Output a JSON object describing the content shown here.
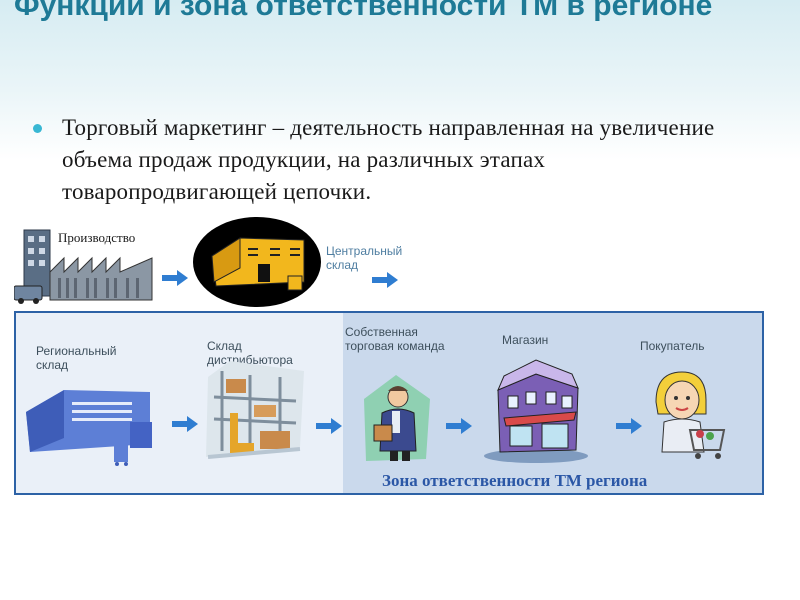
{
  "slide": {
    "title": "Функции и зона ответственности ТМ в регионе",
    "bullet": "Торговый маркетинг – деятельность направленная на увеличение объема продаж продукции, на различных этапах товаропродвигающей цепочки."
  },
  "diagram": {
    "top_row": {
      "production": "Производство",
      "central_warehouse": "Центральный склад"
    },
    "bottom_row": {
      "regional_warehouse": "Региональный склад",
      "distributor_warehouse": "Склад дистрибьютора",
      "own_sales_team": "Собственная торговая команда",
      "store": "Магазин",
      "buyer": "Покупатель"
    },
    "zone_label": "Зона ответственности ТМ региона"
  },
  "colors": {
    "title": "#1e7a96",
    "bullet_dot": "#38b7d3",
    "zone_border": "#2d62a6",
    "zone_label": "#2b57a6",
    "arrow": "#2f7dd1"
  },
  "icons": [
    "factory-icon",
    "central-warehouse-icon",
    "regional-warehouse-icon",
    "distributor-warehouse-icon",
    "sales-rep-icon",
    "store-icon",
    "buyer-icon",
    "arrow-right-icon"
  ]
}
